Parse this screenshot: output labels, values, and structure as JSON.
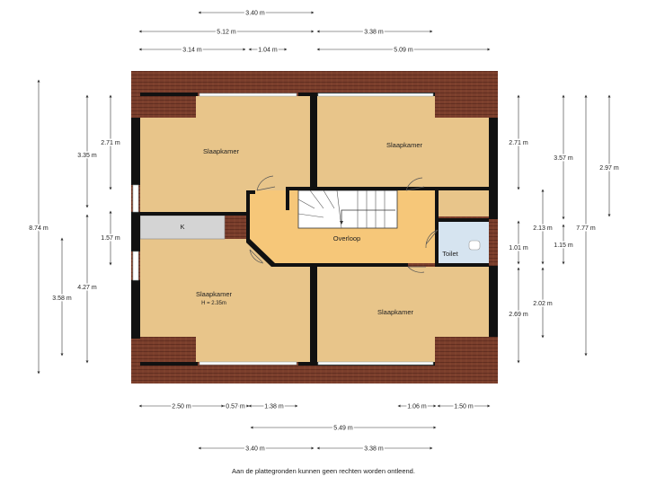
{
  "rooms": {
    "bedroom_top_left": "Slaapkamer",
    "bedroom_top_right": "Slaapkamer",
    "bedroom_bottom_left": "Slaapkamer",
    "bedroom_bottom_left_height": "H = 2.35m",
    "bedroom_bottom_right": "Slaapkamer",
    "landing": "Overloop",
    "toilet": "Toilet",
    "cupboard": "K"
  },
  "dimensions": {
    "top_row1": "3.40 m",
    "top_row2_left": "5.12 m",
    "top_row2_right": "3.38 m",
    "top_row3_a": "3.14 m",
    "top_row3_b": "1.04 m",
    "top_row3_c": "5.09 m",
    "left_total": "8.74 m",
    "left_upper": "3.35 m",
    "left_upper_inner": "2.71 m",
    "left_mid": "1.57 m",
    "left_lower_outer": "3.58 m",
    "left_lower": "4.27 m",
    "right_upper_room": "2.71 m",
    "right_upper_mid": "3.57 m",
    "right_upper_outer": "2.97 m",
    "right_total": "7.77 m",
    "right_toilet_a": "2.13 m",
    "right_toilet_b": "1.15 m",
    "right_toilet_c": "1.01 m",
    "right_lower_a": "2.02 m",
    "right_lower_room": "2.69 m",
    "bottom_row1_a": "2.50 m",
    "bottom_row1_b": "0.57 m",
    "bottom_row1_c": "1.38 m",
    "bottom_row1_d": "1.06 m",
    "bottom_row1_e": "1.50 m",
    "bottom_row2": "5.49 m",
    "bottom_row3_left": "3.40 m",
    "bottom_row3_right": "3.38 m"
  },
  "footer": {
    "disclaimer": "Aan de plattegronden kunnen geen rechten worden ontleend."
  },
  "colors": {
    "room_fill": "#e8c58a",
    "landing_fill": "#f6c779",
    "toilet_fill": "#d6e4f0",
    "roof_tile": "#7a3e2c",
    "wall": "#111111"
  }
}
